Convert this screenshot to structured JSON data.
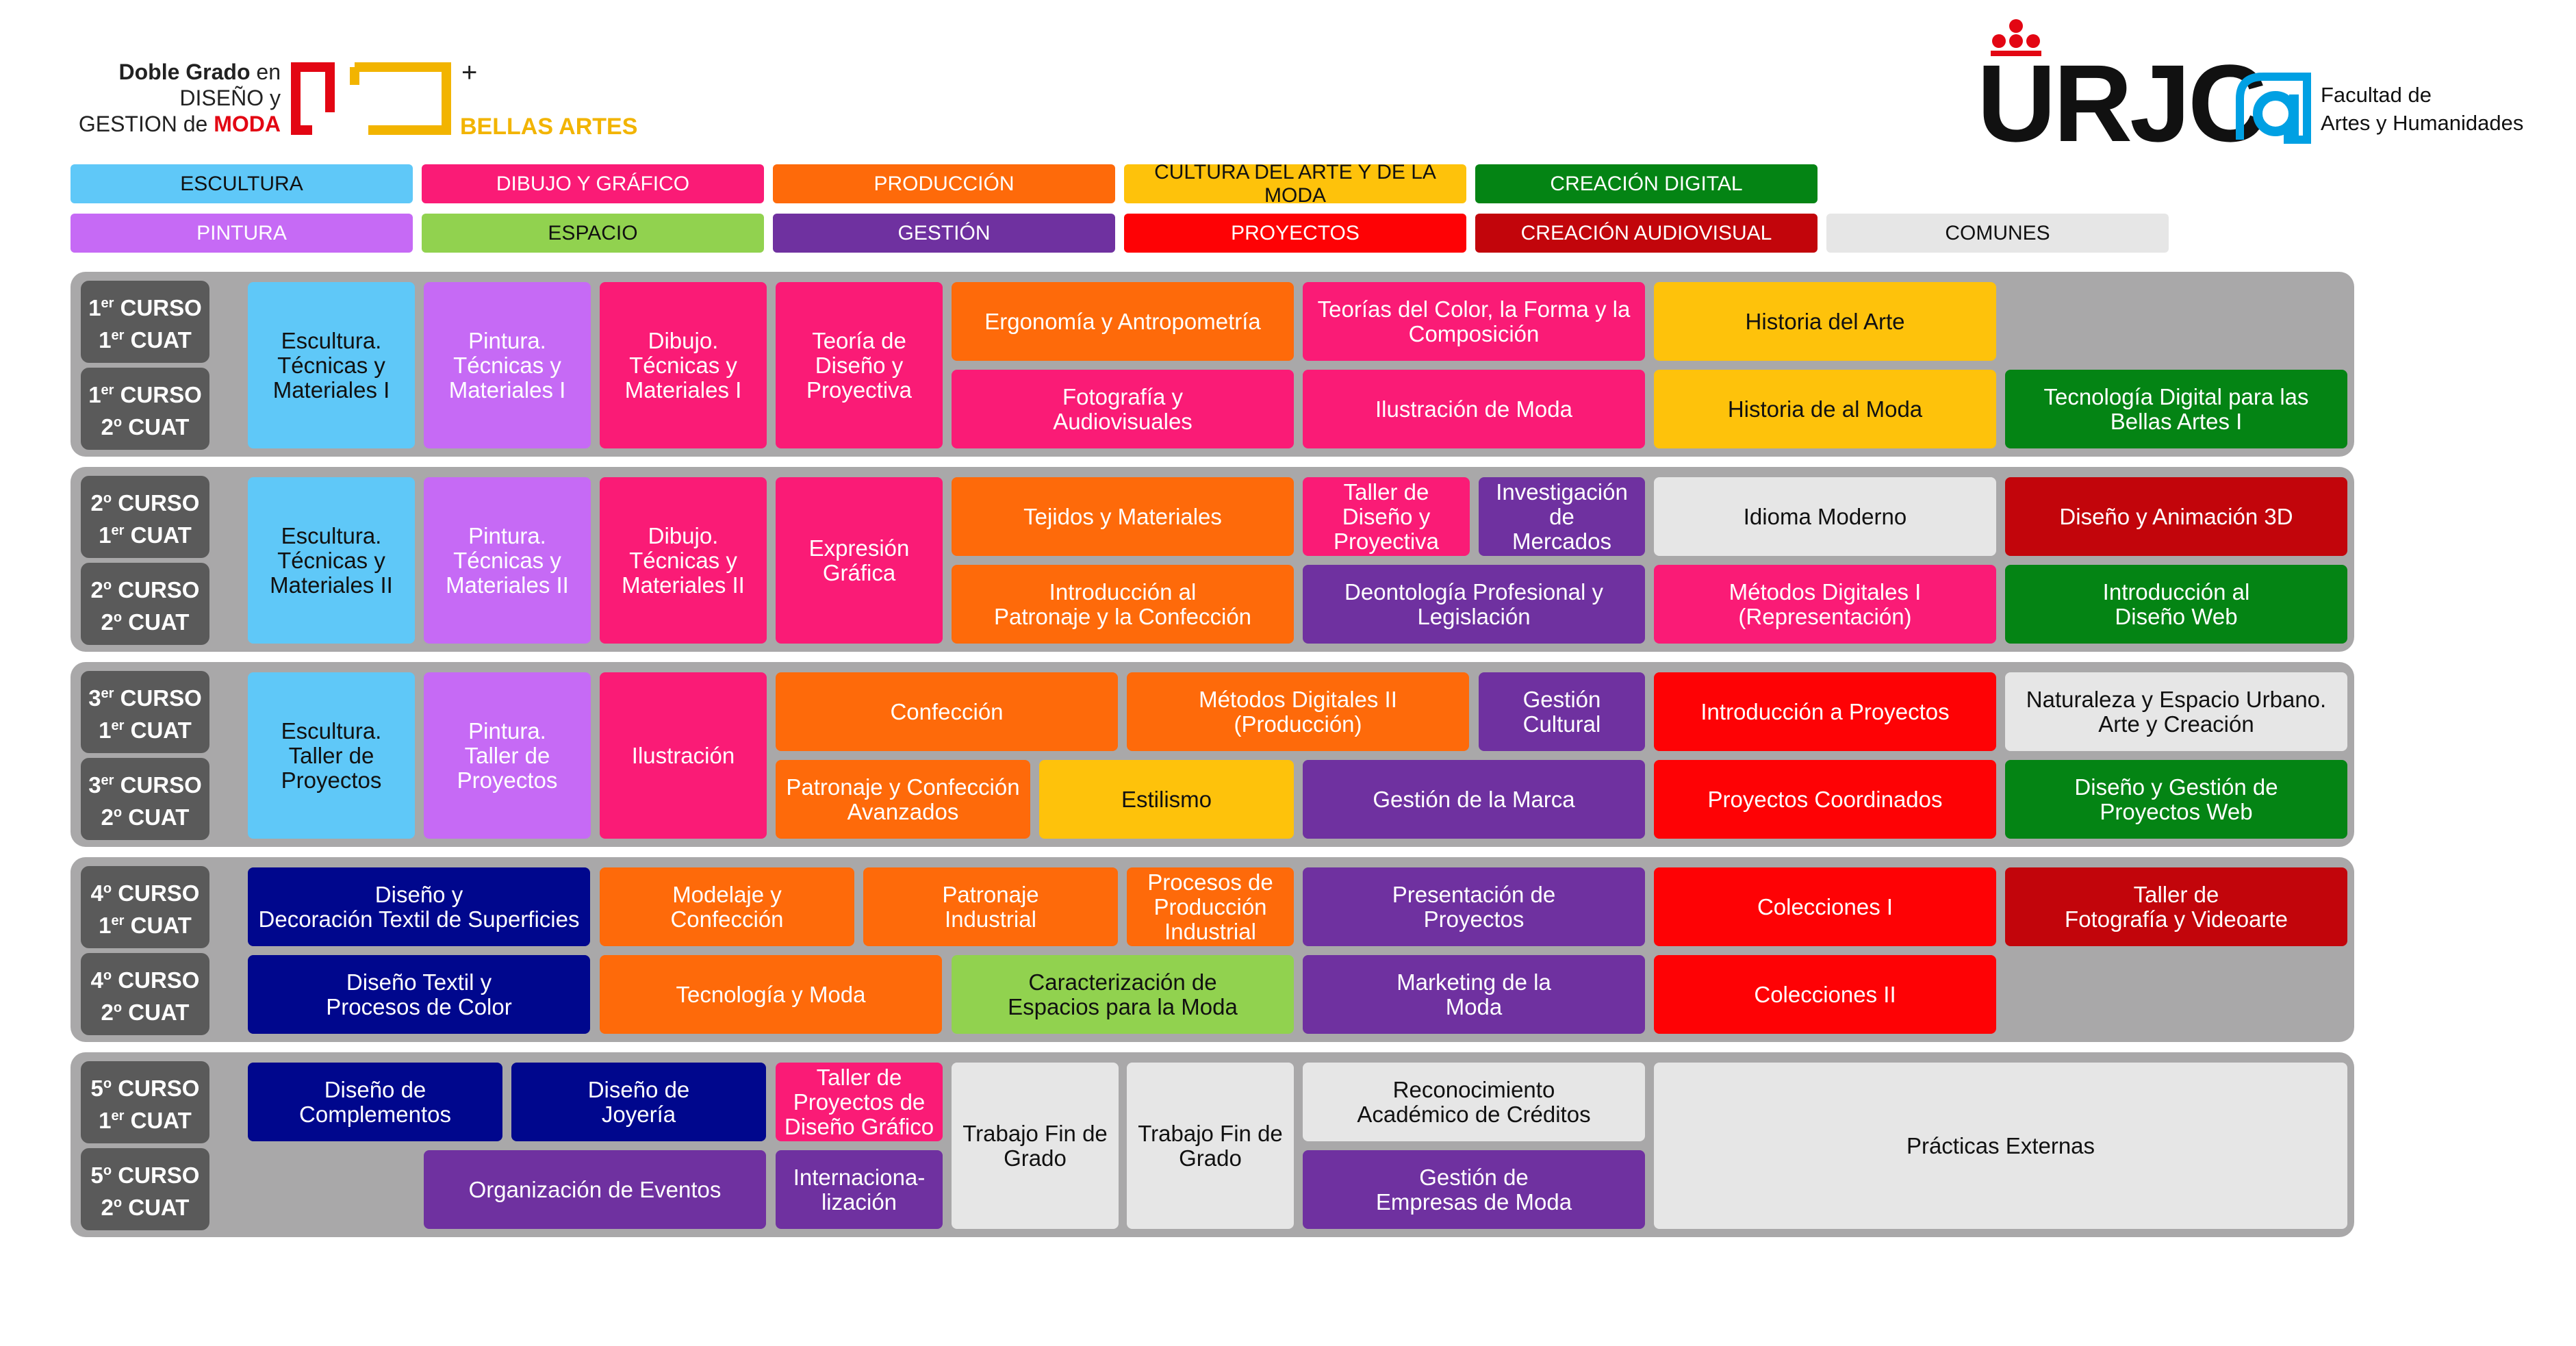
{
  "header": {
    "line1a": "Doble Grado",
    "line1b": " en",
    "line2": "DISEÑO y",
    "line3a": "GESTION de ",
    "line3b": "MODA",
    "plus": "+",
    "bellas": "BELLAS ARTES",
    "urjc": "URJC",
    "faculty_l1": "Facultad de",
    "faculty_l2": "Artes y Humanidades"
  },
  "colors": {
    "escultura": "#5fc8f8",
    "dibujo": "#fa1b76",
    "produccion": "#fe6a0a",
    "cultura": "#fec20b",
    "digital": "#048414",
    "pintura": "#c66af5",
    "espacio": "#91d24f",
    "gestion": "#6f31a0",
    "proyectos": "#fe0205",
    "audiovisual": "#c2050b",
    "comunes": "#e6e6e6",
    "logo_red": "#e30613",
    "logo_yellow": "#f2b400",
    "logo_blue": "#00a0e3"
  },
  "legend": [
    "ESCULTURA",
    "DIBUJO Y GRÁFICO",
    "PRODUCCIÓN",
    "CULTURA DEL ARTE Y DE LA MODA",
    "CREACIÓN DIGITAL",
    "PINTURA",
    "ESPACIO",
    "GESTIÓN",
    "PROYECTOS",
    "CREACIÓN AUDIOVISUAL",
    "COMUNES"
  ],
  "rows": [
    {
      "n": "1",
      "sup": "er",
      "cuat": "1",
      "csup": "er"
    },
    {
      "n": "1",
      "sup": "er",
      "cuat": "2",
      "csup": "o"
    },
    {
      "n": "2",
      "sup": "o",
      "cuat": "1",
      "csup": "er"
    },
    {
      "n": "2",
      "sup": "o",
      "cuat": "2",
      "csup": "o"
    },
    {
      "n": "3",
      "sup": "er",
      "cuat": "1",
      "csup": "er"
    },
    {
      "n": "3",
      "sup": "er",
      "cuat": "2",
      "csup": "o"
    },
    {
      "n": "4",
      "sup": "o",
      "cuat": "1",
      "csup": "er"
    },
    {
      "n": "4",
      "sup": "o",
      "cuat": "2",
      "csup": "o"
    },
    {
      "n": "5",
      "sup": "o",
      "cuat": "1",
      "csup": "er"
    },
    {
      "n": "5",
      "sup": "o",
      "cuat": "2",
      "csup": "o"
    }
  ],
  "row_label": {
    "curso": " CURSO",
    "cuat": " CUAT"
  },
  "courses": [
    {
      "text": "Escultura.\nTécnicas y\nMateriales I",
      "cat": "esc"
    },
    {
      "text": "Pintura.\nTécnicas y\nMateriales I",
      "cat": "pin"
    },
    {
      "text": "Dibujo.\nTécnicas y\nMateriales I",
      "cat": "dib"
    },
    {
      "text": "Teoría de\nDiseño y\nProyectiva",
      "cat": "dib"
    },
    {
      "text": "Ergonomía y Antropometría",
      "cat": "pro"
    },
    {
      "text": "Teorías del Color, la Forma y la\nComposición",
      "cat": "dib"
    },
    {
      "text": "Historia del Arte",
      "cat": "cul"
    },
    {
      "text": "Fotografía y\nAudiovisuales",
      "cat": "dib"
    },
    {
      "text": "Ilustración de Moda",
      "cat": "dib"
    },
    {
      "text": "Historia de al Moda",
      "cat": "cul"
    },
    {
      "text": "Tecnología Digital para las\nBellas Artes I",
      "cat": "dig"
    },
    {
      "text": "Escultura.\nTécnicas y\nMateriales II",
      "cat": "esc"
    },
    {
      "text": "Pintura.\nTécnicas y\nMateriales II",
      "cat": "pin"
    },
    {
      "text": "Dibujo.\nTécnicas y\nMateriales II",
      "cat": "dib"
    },
    {
      "text": "Expresión\nGráfica",
      "cat": "dib"
    },
    {
      "text": "Tejidos y Materiales",
      "cat": "pro"
    },
    {
      "text": "Taller de\nDiseño y\nProyectiva",
      "cat": "dib"
    },
    {
      "text": "Investigación\nde\nMercados",
      "cat": "ges"
    },
    {
      "text": "Idioma Moderno",
      "cat": "com"
    },
    {
      "text": "Diseño y Animación 3D",
      "cat": "aud"
    },
    {
      "text": "Introducción al\nPatronaje y la Confección",
      "cat": "pro"
    },
    {
      "text": "Deontología Profesional y\nLegislación",
      "cat": "ges"
    },
    {
      "text": "Métodos Digitales I\n(Representación)",
      "cat": "dib"
    },
    {
      "text": "Introducción al\nDiseño Web",
      "cat": "dig"
    },
    {
      "text": "Escultura.\nTaller de\nProyectos",
      "cat": "esc"
    },
    {
      "text": "Pintura.\nTaller de\nProyectos",
      "cat": "pin"
    },
    {
      "text": "Ilustración",
      "cat": "dib"
    },
    {
      "text": "Confección",
      "cat": "pro"
    },
    {
      "text": "Métodos Digitales II\n(Producción)",
      "cat": "pro"
    },
    {
      "text": "Gestión\nCultural",
      "cat": "ges"
    },
    {
      "text": "Introducción a Proyectos",
      "cat": "proy"
    },
    {
      "text": "Naturaleza y Espacio Urbano.\nArte y Creación",
      "cat": "com"
    },
    {
      "text": "Patronaje y Confección\nAvanzados",
      "cat": "pro"
    },
    {
      "text": "Estilismo",
      "cat": "cul"
    },
    {
      "text": "Gestión de la Marca",
      "cat": "ges"
    },
    {
      "text": "Proyectos Coordinados",
      "cat": "proy"
    },
    {
      "text": "Diseño y Gestión de\nProyectos Web",
      "cat": "dig"
    },
    {
      "text": "Diseño y\nDecoración Textil de Superficies",
      "cat": "navy"
    },
    {
      "text": "Modelaje y\nConfección",
      "cat": "pro"
    },
    {
      "text": "Patronaje\nIndustrial",
      "cat": "pro"
    },
    {
      "text": "Procesos de\nProducción\nIndustrial",
      "cat": "pro"
    },
    {
      "text": "Presentación de\nProyectos",
      "cat": "ges"
    },
    {
      "text": "Colecciones I",
      "cat": "proy"
    },
    {
      "text": "Taller de\nFotografía y Videoarte",
      "cat": "aud"
    },
    {
      "text": "Diseño Textil y\nProcesos de Color",
      "cat": "navy"
    },
    {
      "text": "Tecnología y Moda",
      "cat": "pro"
    },
    {
      "text": "Caracterización de\nEspacios para la Moda",
      "cat": "esp"
    },
    {
      "text": "Marketing de la\nModa",
      "cat": "ges"
    },
    {
      "text": "Colecciones II",
      "cat": "proy"
    },
    {
      "text": "Diseño de\nComplementos",
      "cat": "navy"
    },
    {
      "text": "Diseño de\nJoyería",
      "cat": "navy"
    },
    {
      "text": "Taller de\nProyectos de\nDiseño Gráfico",
      "cat": "dib"
    },
    {
      "text": "Trabajo Fin de\nGrado",
      "cat": "com"
    },
    {
      "text": "Trabajo Fin de\nGrado",
      "cat": "com"
    },
    {
      "text": "Reconocimiento\nAcadémico de Créditos",
      "cat": "com"
    },
    {
      "text": "Prácticas Externas",
      "cat": "com"
    },
    {
      "text": "Organización de Eventos",
      "cat": "ges"
    },
    {
      "text": "Internaciona-\nlización",
      "cat": "ges"
    },
    {
      "text": "Gestión de\nEmpresas de Moda",
      "cat": "ges"
    }
  ]
}
